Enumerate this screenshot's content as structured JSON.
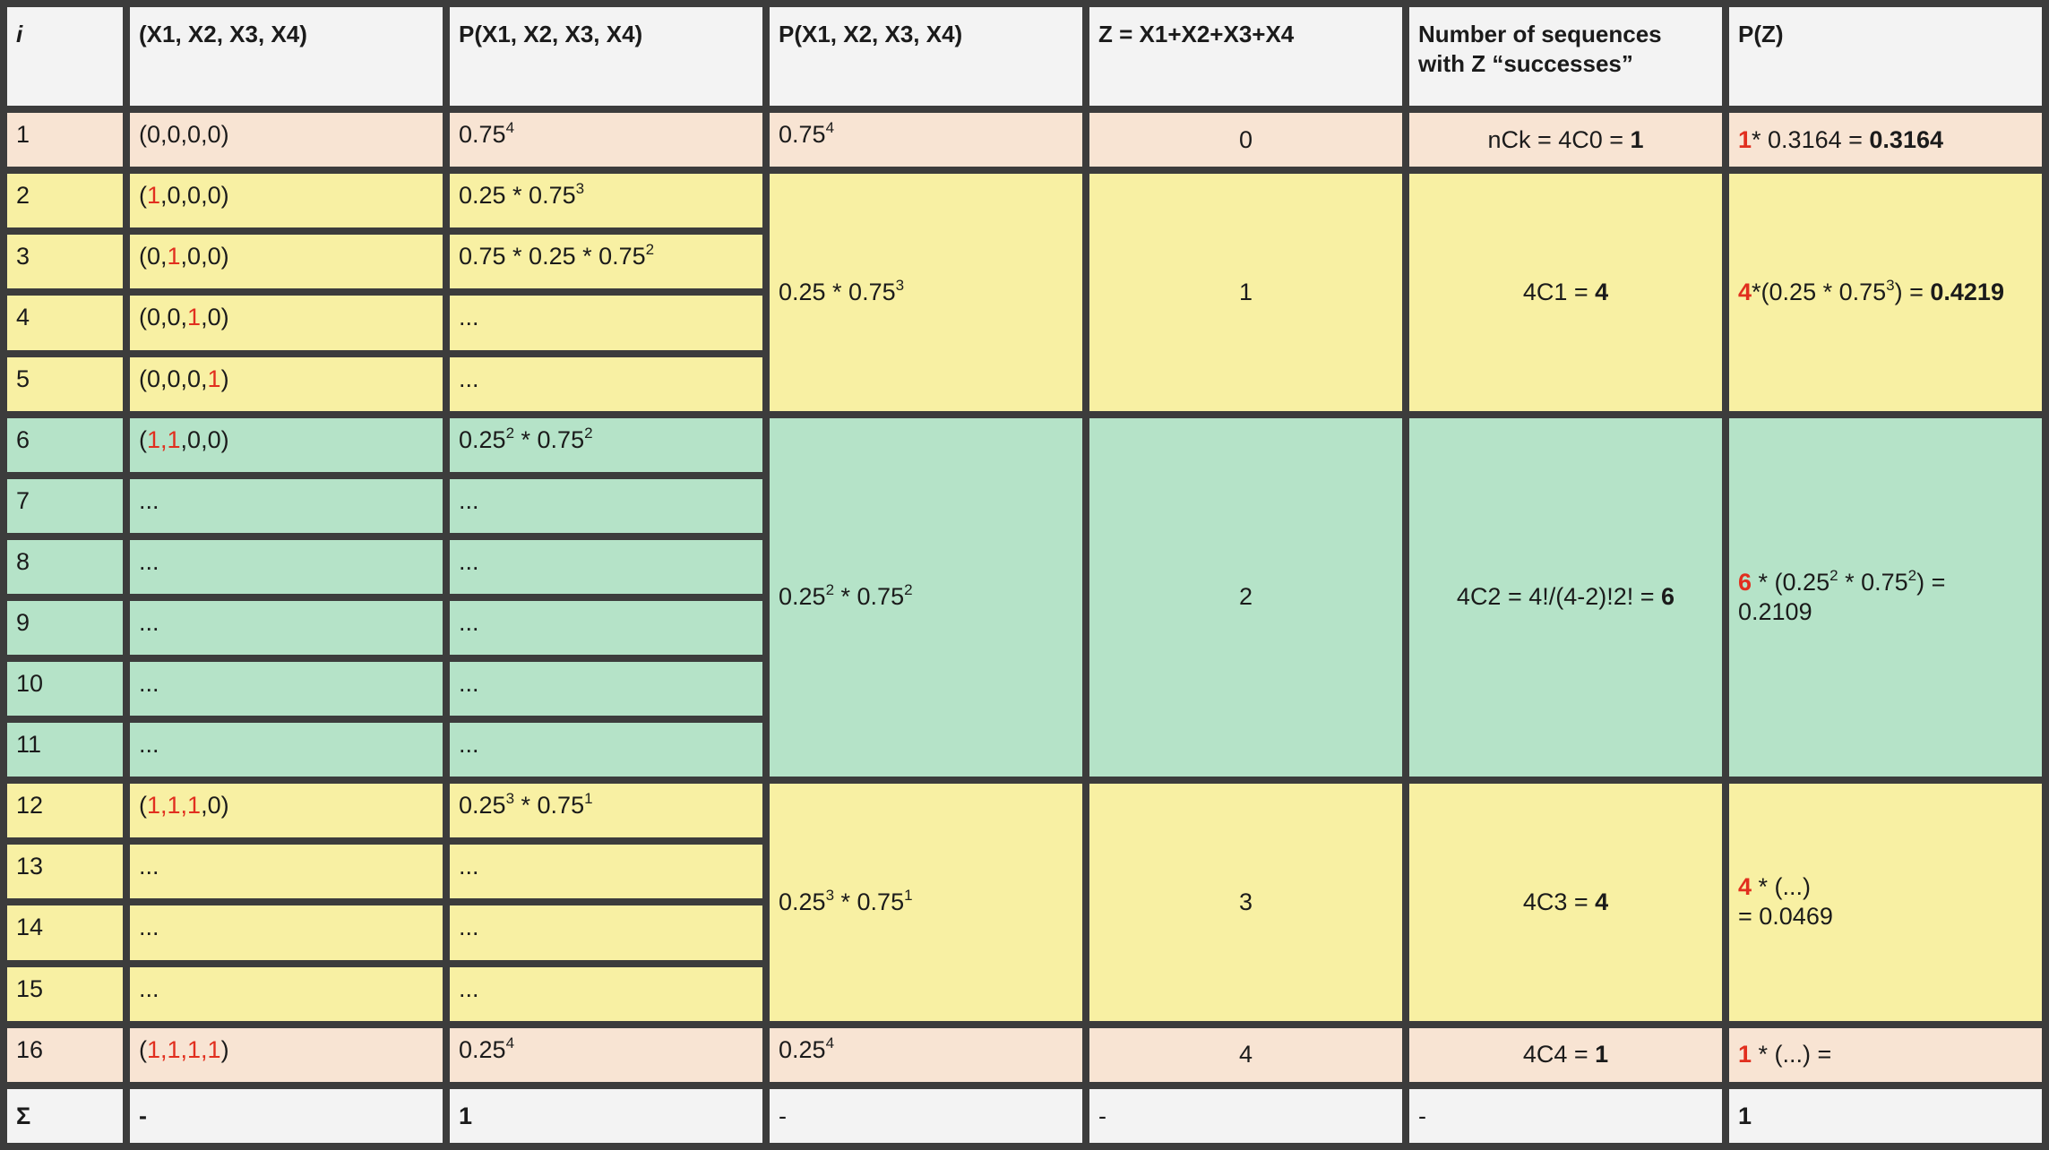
{
  "headers": {
    "i": "i",
    "x": "(X1, X2, X3, X4)",
    "p": "P(X1, X2, X3, X4)",
    "p2": "P(X1, X2, X3, X4)",
    "z": "Z = X1+X2+X3+X4",
    "n_line1": "Number of sequences",
    "n_line2": "with Z “successes”",
    "pz": "P(Z)"
  },
  "rows": [
    {
      "i": "1",
      "x_pre": "(",
      "x_red": "",
      "x_post": "0,0,0,0)",
      "p_base": "0.75",
      "p_exp": "4",
      "p_tail": "",
      "p_tail_exp": ""
    },
    {
      "i": "2",
      "x_pre": "(",
      "x_red": "1",
      "x_post": ",0,0,0)",
      "p_base": "0.25 * 0.75",
      "p_exp": "3",
      "p_tail": "",
      "p_tail_exp": ""
    },
    {
      "i": "3",
      "x_pre": "(0,",
      "x_red": "1",
      "x_post": ",0,0)",
      "p_base": "0.75 * 0.25 * 0.75",
      "p_exp": "2",
      "p_tail": "",
      "p_tail_exp": ""
    },
    {
      "i": "4",
      "x_pre": "(0,0,",
      "x_red": "1",
      "x_post": ",0)",
      "p_base": "...",
      "p_exp": "",
      "p_tail": "",
      "p_tail_exp": ""
    },
    {
      "i": "5",
      "x_pre": "(0,0,0,",
      "x_red": "1",
      "x_post": ")",
      "p_base": "...",
      "p_exp": "",
      "p_tail": "",
      "p_tail_exp": ""
    },
    {
      "i": "6",
      "x_pre": "(",
      "x_red": "1,1",
      "x_post": ",0,0)",
      "p_base": "0.25",
      "p_exp": "2",
      "p_tail": " * 0.75",
      "p_tail_exp": "2"
    },
    {
      "i": "7",
      "x_pre": "...",
      "x_red": "",
      "x_post": "",
      "p_base": "...",
      "p_exp": "",
      "p_tail": "",
      "p_tail_exp": ""
    },
    {
      "i": "8",
      "x_pre": "...",
      "x_red": "",
      "x_post": "",
      "p_base": "...",
      "p_exp": "",
      "p_tail": "",
      "p_tail_exp": ""
    },
    {
      "i": "9",
      "x_pre": "...",
      "x_red": "",
      "x_post": "",
      "p_base": "...",
      "p_exp": "",
      "p_tail": "",
      "p_tail_exp": ""
    },
    {
      "i": "10",
      "x_pre": "...",
      "x_red": "",
      "x_post": "",
      "p_base": "...",
      "p_exp": "",
      "p_tail": "",
      "p_tail_exp": ""
    },
    {
      "i": "11",
      "x_pre": "...",
      "x_red": "",
      "x_post": "",
      "p_base": "...",
      "p_exp": "",
      "p_tail": "",
      "p_tail_exp": ""
    },
    {
      "i": "12",
      "x_pre": "(",
      "x_red": "1,1,1",
      "x_post": ",0)",
      "p_base": "0.25",
      "p_exp": "3",
      "p_tail": " * 0.75",
      "p_tail_exp": "1"
    },
    {
      "i": "13",
      "x_pre": "...",
      "x_red": "",
      "x_post": "",
      "p_base": "...",
      "p_exp": "",
      "p_tail": "",
      "p_tail_exp": ""
    },
    {
      "i": "14",
      "x_pre": "...",
      "x_red": "",
      "x_post": "",
      "p_base": "...",
      "p_exp": "",
      "p_tail": "",
      "p_tail_exp": ""
    },
    {
      "i": "15",
      "x_pre": "...",
      "x_red": "",
      "x_post": "",
      "p_base": "...",
      "p_exp": "",
      "p_tail": "",
      "p_tail_exp": ""
    },
    {
      "i": "16",
      "x_pre": "(",
      "x_red": "1,1,1,1",
      "x_post": ")",
      "p_base": "0.25",
      "p_exp": "4",
      "p_tail": "",
      "p_tail_exp": ""
    }
  ],
  "groups": [
    {
      "p_base": "0.75",
      "p_exp": "4",
      "p_tail": "",
      "p_tail_exp": "",
      "z": "0",
      "n_plain": "nCk = 4C0 = ",
      "n_bold": "1",
      "pz_red": "1",
      "pz_text": "* 0.3164 = ",
      "pz_exp": "",
      "pz_text2": "",
      "pz_bold": "0.3164"
    },
    {
      "p_base": "0.25 * 0.75",
      "p_exp": "3",
      "p_tail": "",
      "p_tail_exp": "",
      "z": "1",
      "n_plain": "4C1 = ",
      "n_bold": "4",
      "pz_red": "4",
      "pz_text": "*(0.25 * 0.75",
      "pz_exp": "3",
      "pz_text2": ") = ",
      "pz_bold": "0.4219"
    },
    {
      "p_base": "0.25",
      "p_exp": "2",
      "p_tail": " * 0.75",
      "p_tail_exp": "2",
      "z": "2",
      "n_plain": "4C2 = 4!/(4-2)!2! = ",
      "n_bold": "6",
      "pz_red": "6",
      "pz_text": " * (0.25",
      "pz_exp": "2",
      "pz_text_b": " * 0.75",
      "pz_exp_b": "2",
      "pz_text2": ") = ",
      "pz_line2": "0.2109"
    },
    {
      "p_base": "0.25",
      "p_exp": "3",
      "p_tail": " * 0.75",
      "p_tail_exp": "1",
      "z": "3",
      "n_plain": "4C3 = ",
      "n_bold": "4",
      "pz_red": "4",
      "pz_text": " * (...)",
      "pz_line2": "= 0.0469"
    },
    {
      "p_base": "0.25",
      "p_exp": "4",
      "p_tail": "",
      "p_tail_exp": "",
      "z": "4",
      "n_plain": "4C4 = ",
      "n_bold": "1",
      "pz_red": "1",
      "pz_text": " * (...) ="
    }
  ],
  "sum_row": {
    "i": "Σ",
    "x": "-",
    "p": "1",
    "p2": "-",
    "z": "-",
    "n": "-",
    "pz": "1"
  },
  "colors": {
    "peach": "#f8e4d3",
    "yellow": "#f8f0a3",
    "green": "#b5e3c8",
    "header": "#f3f3f3",
    "red": "#e12f1f",
    "border": "#3c3c3c"
  }
}
